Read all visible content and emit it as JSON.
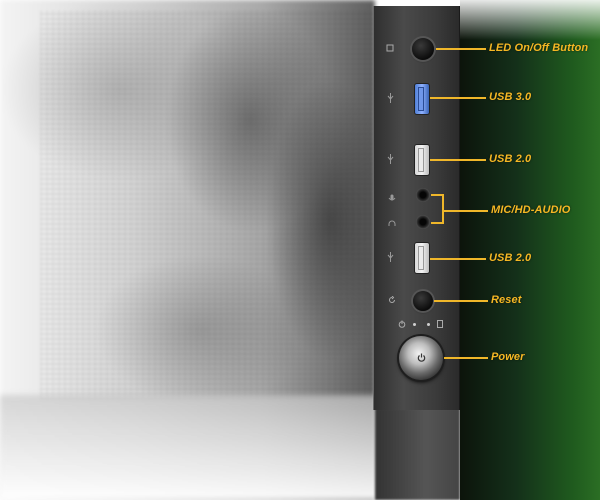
{
  "callouts": {
    "led": "LED On/Off Button",
    "usb3": "USB 3.0",
    "usb2_top": "USB 2.0",
    "mic_audio": "MIC/HD-AUDIO",
    "usb2_bottom": "USB 2.0",
    "reset": "Reset",
    "power": "Power"
  },
  "colors": {
    "callout_text": "#f5b724",
    "leader_line": "#f0b72a",
    "panel": "#3c3c3c",
    "usb3_port": "#5f8ce0",
    "side_glow": "#2b6e24"
  },
  "icons": [
    "led-icon",
    "usb-icon",
    "mic-icon",
    "headphone-icon",
    "reset-icon",
    "power-icon"
  ]
}
